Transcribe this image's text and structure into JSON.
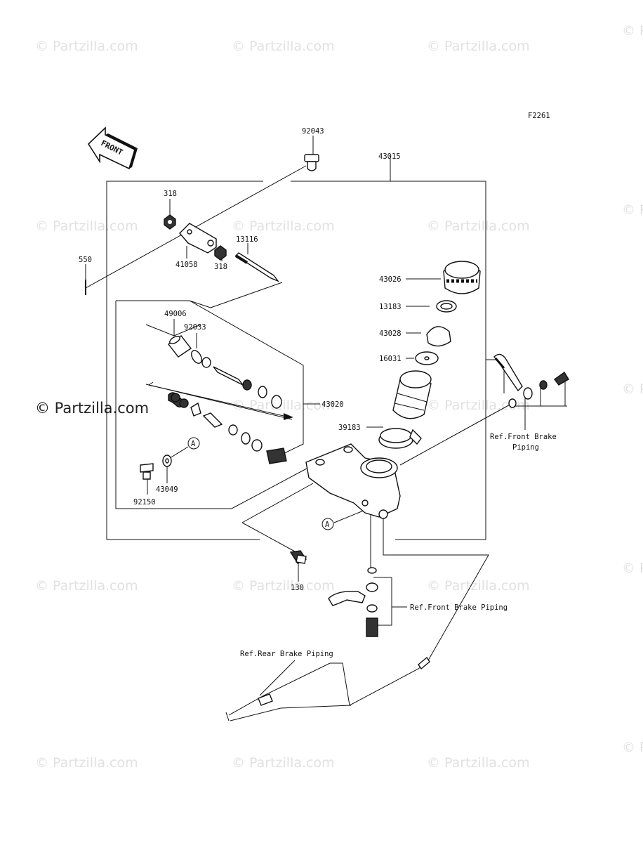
{
  "watermark": {
    "text": "© Partzilla.com",
    "prominent_text": "© Partzilla.com"
  },
  "diagram_code": "F2261",
  "front_label": "FRONT",
  "part_numbers": {
    "p92043": "92043",
    "p43015": "43015",
    "p318a": "318",
    "p318b": "318",
    "p41058": "41058",
    "p13116": "13116",
    "p550": "550",
    "p49006": "49006",
    "p92033": "92033",
    "p43020": "43020",
    "p43026": "43026",
    "p13183": "13183",
    "p43028": "43028",
    "p16031": "16031",
    "p39183": "39183",
    "p43049": "43049",
    "p92150": "92150",
    "p130": "130"
  },
  "callout_a": "A",
  "refs": {
    "front_brake_1": "Ref.Front Brake",
    "front_brake_1b": "Piping",
    "front_brake_2": "Ref.Front Brake Piping",
    "rear_brake": "Ref.Rear Brake Piping"
  }
}
